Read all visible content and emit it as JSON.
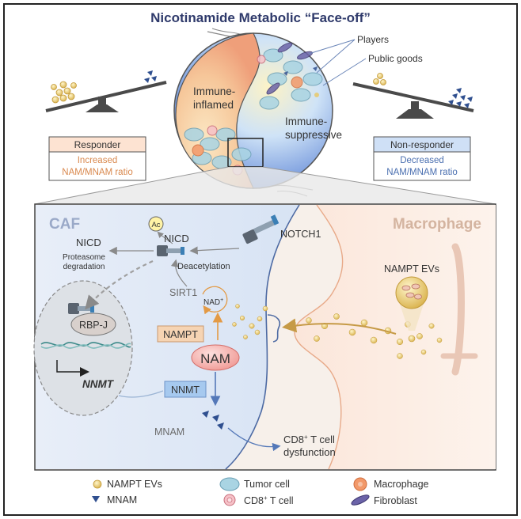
{
  "title": "Nicotinamide Metabolic “Face-off”",
  "top": {
    "players_label": "Players",
    "public_goods_label": "Public goods",
    "immune_inflamed_line1": "Immune-",
    "immune_inflamed_line2": "inflamed",
    "immune_suppressive_line1": "Immune-",
    "immune_suppressive_line2": "suppressive",
    "responder_title": "Responder",
    "responder_line1": "Increased",
    "responder_line2": "NAM/MNAM ratio",
    "nonresponder_title": "Non-responder",
    "nonresponder_line1": "Decreased",
    "nonresponder_line2": "NAM/MNAM ratio"
  },
  "detail": {
    "caf_label": "CAF",
    "macrophage_label": "Macrophage",
    "ac_label": "Ac",
    "nicd_top_label": "NICD",
    "nicd_left_label": "NICD",
    "proteasome_label": "Proteasome",
    "degradation_label": "degradation",
    "notch1_label": "NOTCH1",
    "deacetylation_label": "Deacetylation",
    "sirt1_label": "SIRT1",
    "nad_label": "NAD",
    "nad_sup": "+",
    "nampt_label": "NAMPT",
    "nam_label": "NAM",
    "nnmt_box_label": "NNMT",
    "rbpj_label": "RBP-J",
    "nnmt_gene_label": "NNMT",
    "mnam_label": "MNAM",
    "cd8_line1_pre": "CD8",
    "cd8_sup": "+",
    "cd8_line1_post": " T cell",
    "cd8_line2": "dysfunction",
    "nampt_evs_label": "NAMPT EVs"
  },
  "legend": {
    "nampt_evs": "NAMPT EVs",
    "mnam": "MNAM",
    "tumor_cell": "Tumor cell",
    "cd8_pre": "CD8",
    "cd8_sup": "+",
    "cd8_post": " T cell",
    "macrophage": "Macrophage",
    "fibroblast": "Fibroblast"
  },
  "colors": {
    "title": "#2f3a6b",
    "responder_orange": "#e8a070",
    "nonresponder_blue": "#4a6fb0",
    "nam_pink": "#f3a6a6",
    "nnmt_blue": "#9cc3ee",
    "nampt_tan": "#f5d5b4",
    "ev_yellow": "#e8c96a",
    "mnam_navy": "#2f4f8f"
  }
}
